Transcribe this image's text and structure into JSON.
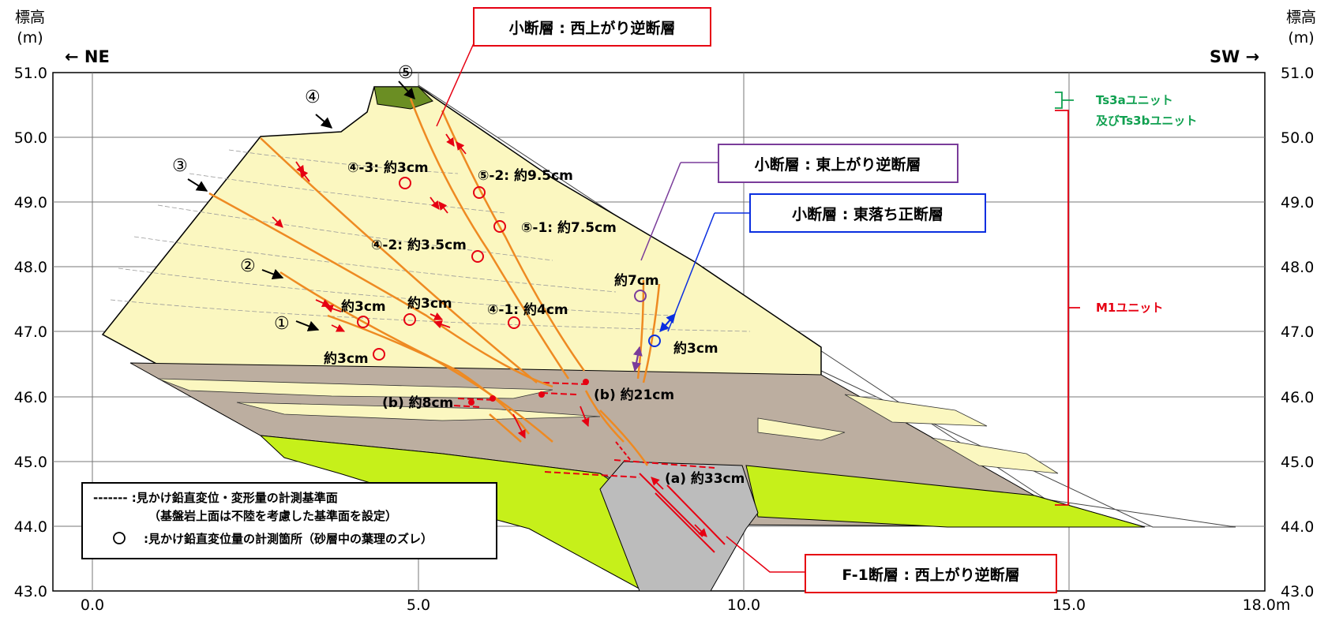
{
  "axis": {
    "y_title_line1": "標高",
    "y_title_line2": "(m)",
    "left_direction": "← NE",
    "right_direction": "SW →",
    "y_ticks": [
      "51.0",
      "50.0",
      "49.0",
      "48.0",
      "47.0",
      "46.0",
      "45.0",
      "44.0",
      "43.0"
    ],
    "x_ticks": [
      "0.0",
      "5.0",
      "10.0",
      "15.0",
      "18.0m"
    ]
  },
  "callouts": {
    "minor_fault_west_up_reverse": "小断層 : 西上がり逆断層",
    "minor_fault_east_up_reverse": "小断層 : 東上がり逆断層",
    "minor_fault_east_down_normal": "小断層 : 東落ち正断層",
    "f1_fault": "F-1断層 : 西上がり逆断層"
  },
  "fault_numbers": {
    "n1": "①",
    "n2": "②",
    "n3": "③",
    "n4": "④",
    "n5": "⑤"
  },
  "displacements": {
    "d43": "④-3: 約3cm",
    "d52": "⑤-2: 約9.5cm",
    "d51": "⑤-1: 約7.5cm",
    "d42": "④-2: 約3.5cm",
    "d41": "④-1: 約4cm",
    "d_a": "約3cm",
    "d_b": "約3cm",
    "d_c": "約3cm",
    "d_7": "約7cm",
    "d_3r": "約3cm",
    "b8": "(b) 約8cm",
    "b21": "(b) 約21cm",
    "a33": "(a) 約33cm"
  },
  "units": {
    "ts3_line1": "Ts3aユニット",
    "ts3_line2": "及びTs3bユニット",
    "m1": "M1ユニット"
  },
  "legend": {
    "dash_line1": "------- :見かけ鉛直変位・変形量の計測基準面",
    "dash_line2": "（基盤岩上面は不陸を考慮した基準面を設定）",
    "circle_line": ":見かけ鉛直変位量の計測箇所（砂層中の葉理のズレ）"
  },
  "colors": {
    "sand": "#fbf7c0",
    "gravel": "#bcaea0",
    "bedrock": "#c6f01a",
    "fault_zone": "#bcbcbc",
    "top_soil": "#6b8e23",
    "fault": "#ee8a22",
    "red_box": "#e60012",
    "purple_box": "#7a3c9a",
    "blue_box": "#0a2ee0",
    "green_text": "#10a050"
  }
}
